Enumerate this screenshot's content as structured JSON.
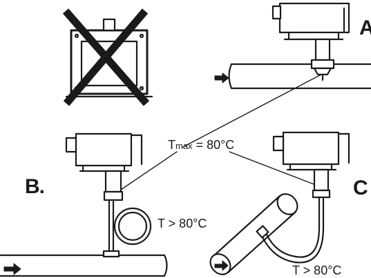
{
  "labels": {
    "a": "A",
    "b": "B.",
    "c": "C",
    "tmax_base": "T",
    "tmax_sub": "max",
    "tmax_value": " = 80°C",
    "t_b": "T > 80°C",
    "t_c": "T > 80°C"
  },
  "colors": {
    "ink": "#1a1a1a",
    "paper": "#ffffff"
  },
  "icons": {
    "forbidden": "cross-mark-icon",
    "flow": "flow-arrow-icon"
  }
}
